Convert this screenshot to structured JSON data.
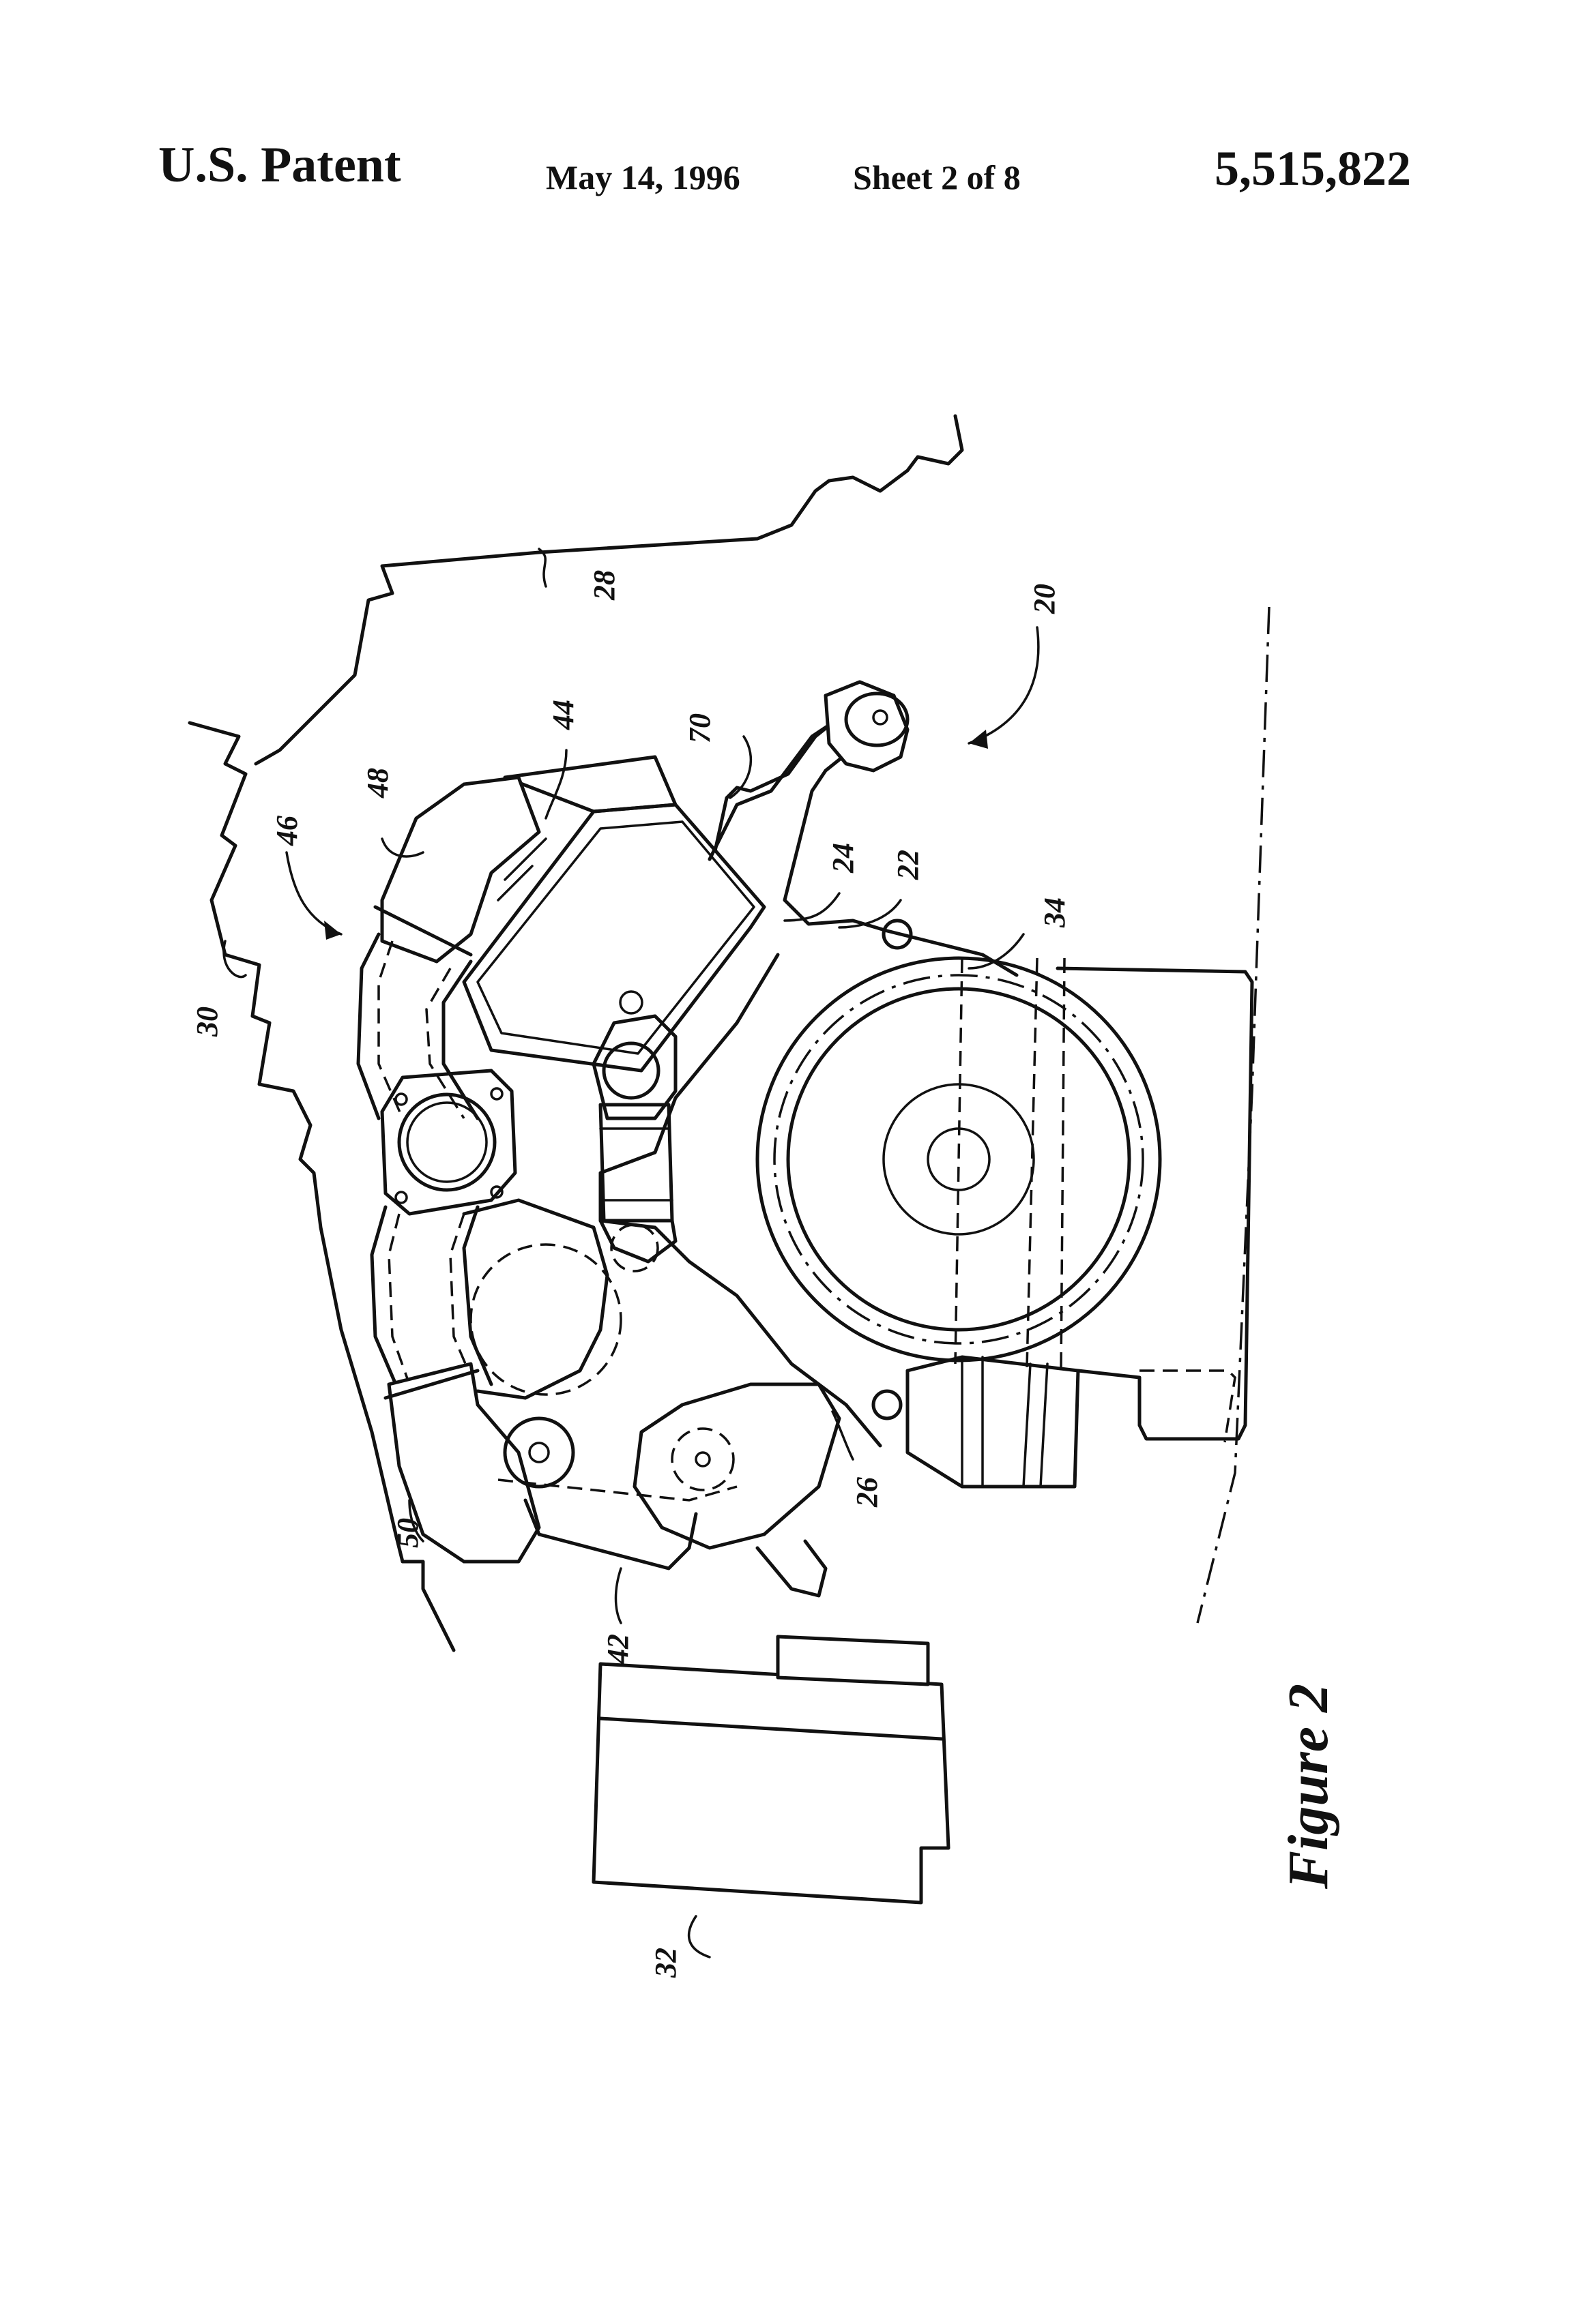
{
  "header": {
    "title": "U.S. Patent",
    "date": "May 14, 1996",
    "sheet": "Sheet 2 of 8",
    "patent_number": "5,515,822"
  },
  "figure": {
    "label": "Figure 2",
    "reference_numerals": [
      "20",
      "22",
      "24",
      "26",
      "28",
      "30",
      "32",
      "34",
      "42",
      "44",
      "46",
      "48",
      "50",
      "70"
    ]
  }
}
